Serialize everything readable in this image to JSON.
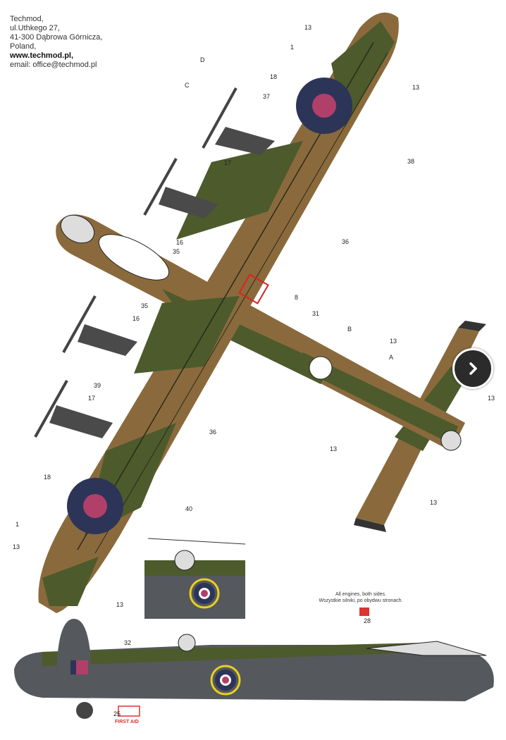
{
  "contact": {
    "lines": [
      "Techmod,",
      "ul.Uthkego 27,",
      "41-300 Dąbrowa Górnicza,",
      "Poland,"
    ],
    "website": "www.techmod.pl,",
    "email": "email: office@techmod.pl"
  },
  "callouts": [
    "13",
    "13",
    "1",
    "18",
    "D",
    "C",
    "37",
    "17",
    "38",
    "16",
    "35",
    "36",
    "8",
    "31",
    "35",
    "16",
    "B",
    "A",
    "13",
    "13",
    "13",
    "13",
    "39",
    "17",
    "36",
    "18",
    "40",
    "1",
    "13",
    "13",
    "32",
    "28",
    "25"
  ],
  "engine_note": [
    "All engines, both sides.",
    "Wszystkie silniki, po obydwu stronach."
  ],
  "first_aid": "FIRST AID",
  "colors": {
    "dark_earth": "#8a6a3c",
    "dark_green": "#4d5a2c",
    "roundel_blue": "#2c3458",
    "roundel_red": "#b0406a",
    "ocean_grey": "#55585c",
    "callout_line": "#3a8fd0"
  },
  "navigation": {
    "next_icon": "chevron-right-icon"
  }
}
